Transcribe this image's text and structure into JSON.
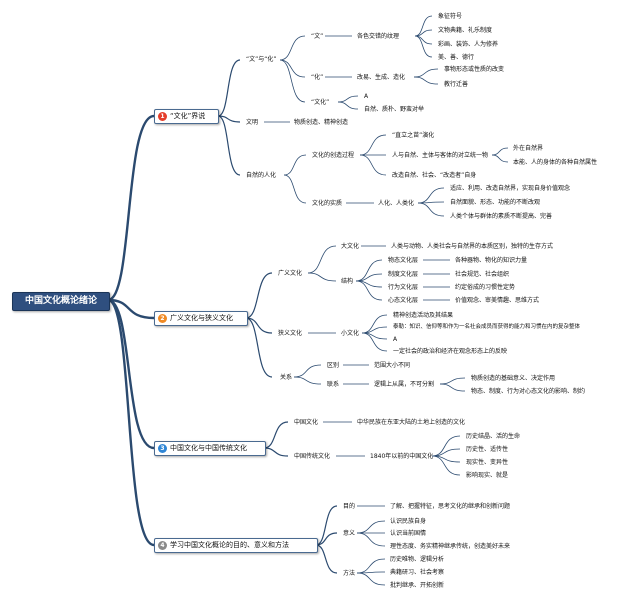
{
  "root": "中国文化概论绪论",
  "b1": {
    "num": "1",
    "label": "“文化”界说",
    "wenhua": {
      "label": "“文”与“化”",
      "wen": {
        "label": "“文”",
        "mid": "各色交错的纹理",
        "items": [
          "象征符号",
          "文物典籍、礼乐制度",
          "彩画、装饰、人为修养",
          "美、善、德行"
        ]
      },
      "hua": {
        "label": "“化”",
        "mid": "改易、生成、造化",
        "items": [
          "事物形态或性质的改变",
          "教行迁善"
        ]
      },
      "wenhua2": {
        "label": "“文化”",
        "items": [
          "A",
          "自然、质朴、野蛮对举"
        ]
      }
    },
    "wenming": {
      "label": "文明",
      "item": "物质创造、精神创造"
    },
    "ziran": {
      "label": "自然的人化",
      "process": {
        "label": "文化的创造过程",
        "items": [
          "“直立之苗”演化",
          "人与自然、主体与客体的对立统一物",
          "改造自然、社会、“改造者”自身"
        ],
        "subs": [
          "外在自然界",
          "本能、人的身体的各种自然属性"
        ]
      },
      "essence": {
        "label": "文化的实质",
        "mid": "人化、人类化",
        "items": [
          "适应、利用、改造自然界，实现自身价值观念",
          "自然面貌、形态、功能的不断改观",
          "人类个体与群体的素质不断提高、完善"
        ]
      }
    }
  },
  "b2": {
    "num": "2",
    "label": "广义文化与狭义文化",
    "broad": {
      "label": "广义文化",
      "big": {
        "label": "大文化",
        "item": "人类与动物、人类社会与自然界的本质区别，独特的生存方式"
      },
      "structure": {
        "label": "结构",
        "layers": [
          "物态文化层",
          "制度文化层",
          "行为文化层",
          "心态文化层"
        ],
        "details": [
          "各种器物、物化的知识力量",
          "社会规范、社会组织",
          "约定俗成的习惯性定势",
          "价值观念、审美情趣、思维方式"
        ]
      }
    },
    "narrow": {
      "label": "狭义文化",
      "mid": "小文化",
      "items": [
        "精神创造活动及其结果",
        "泰勒：知识、信仰等和作为一名社会成员而获得的能力和习惯在内的复杂整体",
        "A",
        "一定社会的政治和经济在观念形态上的反映"
      ]
    },
    "relation": {
      "label": "关系",
      "diff": {
        "label": "区别",
        "item": "范围大小不同"
      },
      "link": {
        "label": "联系",
        "mid": "逻辑上从属，不可分割",
        "items": [
          "物质创造的基础意义、决定作用",
          "物态、制度、行为对心态文化的影响、制约"
        ]
      }
    }
  },
  "b3": {
    "num": "3",
    "label": "中国文化与中国传统文化",
    "cn": {
      "label": "中国文化",
      "item": "中华民族在东亚大陆的土地上创造的文化"
    },
    "trad": {
      "label": "中国传统文化",
      "mid": "1840年以前的中国文化",
      "items": [
        "历史结晶、活的生命",
        "历史性、适传性",
        "现实性、变异性",
        "影响现实、就是"
      ]
    }
  },
  "b4": {
    "num": "4",
    "label": "学习中国文化概论的目的、意义和方法",
    "goal": {
      "label": "目的",
      "item": "了解、把握特征，思考文化的继承和创新问题"
    },
    "meaning": {
      "label": "意义",
      "items": [
        "认识民族自身",
        "认识当前国情",
        "理性态度、务实精神继承传统，创造美好未来"
      ]
    },
    "method": {
      "label": "方法",
      "items": [
        "历史唯物、逻辑分析",
        "典籍研习、社会考察",
        "批判继承、开拓创新"
      ]
    }
  },
  "colors": {
    "line": "#2b4a6f",
    "b1": "#e53e2b",
    "b2": "#f08a24",
    "b3": "#2f86d6",
    "b4": "#8a8a8a"
  }
}
